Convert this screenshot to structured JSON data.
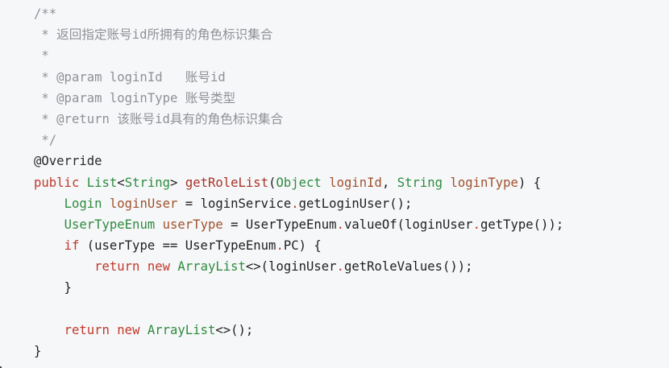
{
  "code": {
    "comment_open": "/**",
    "comment_desc": " * 返回指定账号id所拥有的角色标识集合",
    "comment_blank": " *",
    "comment_param1_prefix": " * @param loginId   ",
    "comment_param1_desc": "账号id",
    "comment_param2_prefix": " * @param loginType ",
    "comment_param2_desc": "账号类型",
    "comment_return_prefix": " * @return ",
    "comment_return_desc": "该账号id具有的角色标识集合",
    "comment_close": " */",
    "annotation": "@Override",
    "sig_public": "public",
    "sig_list": "List",
    "sig_lt": "<",
    "sig_string": "String",
    "sig_gt": "> ",
    "sig_method": "getRoleList",
    "sig_open": "(",
    "sig_object": "Object",
    "sig_space1": " ",
    "sig_loginid": "loginId",
    "sig_comma": ", ",
    "sig_string2": "String",
    "sig_space2": " ",
    "sig_logintype": "loginType",
    "sig_close": ") {",
    "l1_indent": "    ",
    "l1_type": "Login",
    "l1_var": " loginUser",
    "l1_rest_a": " = loginService",
    "l1_dot": ".",
    "l1_rest_b": "getLoginUser();",
    "l2_indent": "    ",
    "l2_type": "UserTypeEnum",
    "l2_var": " userType",
    "l2_rest_a": " = UserTypeEnum",
    "l2_dot1": ".",
    "l2_rest_b": "valueOf(loginUser",
    "l2_dot2": ".",
    "l2_rest_c": "getType());",
    "l3_indent": "    ",
    "l3_if": "if",
    "l3_rest_a": " (userType == UserTypeEnum",
    "l3_dot": ".",
    "l3_rest_b": "PC) {",
    "l4_indent": "        ",
    "l4_return": "return",
    "l4_space": " ",
    "l4_new": "new",
    "l4_space2": " ",
    "l4_type": "ArrayList",
    "l4_rest_a": "<>(loginUser",
    "l4_dot": ".",
    "l4_rest_b": "getRoleValues());",
    "l5_close": "    }",
    "l7_indent": "    ",
    "l7_return": "return",
    "l7_space": " ",
    "l7_new": "new",
    "l7_space2": " ",
    "l7_type": "ArrayList",
    "l7_rest": "<>();",
    "l8_close": "}"
  },
  "colors": {
    "background": "#f6f7f9",
    "comment": "#8e9196",
    "keyword": "#c0392b",
    "type": "#2e8b3e",
    "method": "#a93226",
    "param": "#a0522d"
  }
}
